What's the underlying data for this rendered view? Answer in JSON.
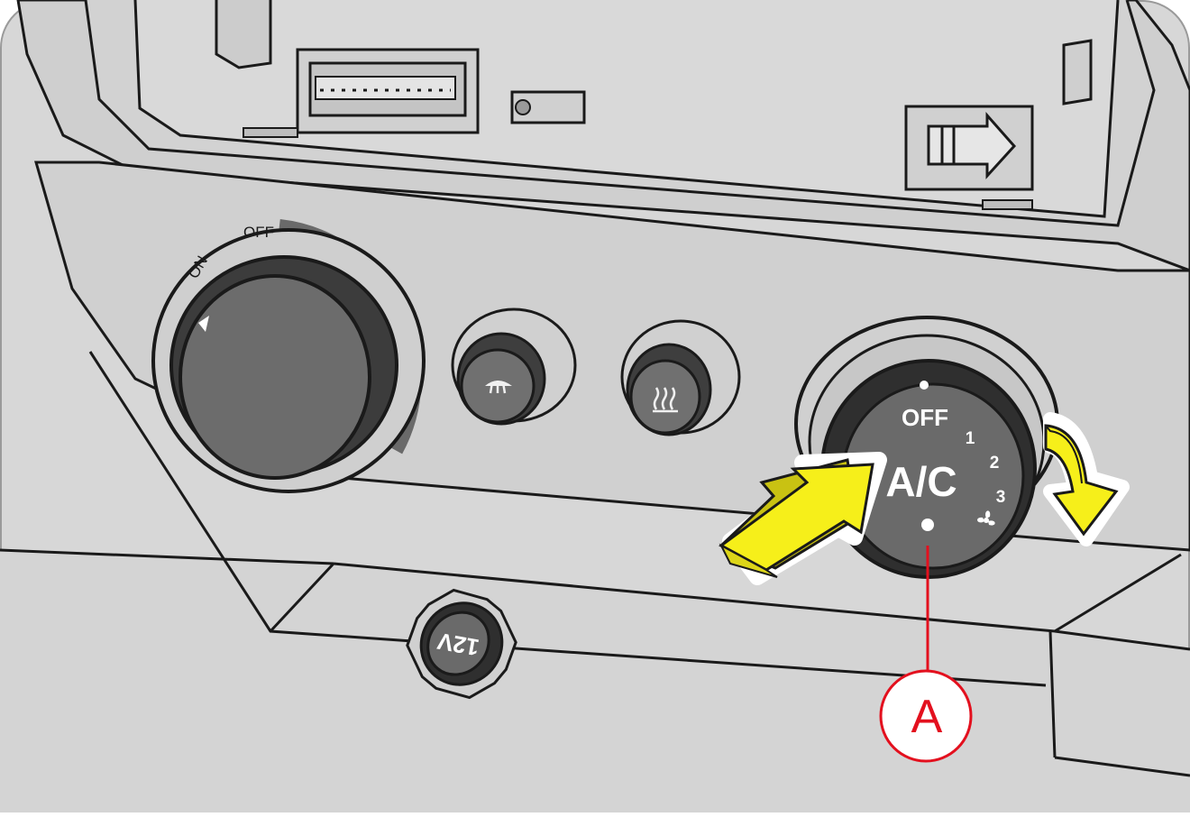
{
  "left_dial": {
    "on_label": "ON",
    "off_label": "OFF"
  },
  "buttons": [
    {
      "icon": "front-defrost-icon"
    },
    {
      "icon": "rear-defrost-icon"
    }
  ],
  "ac_knob": {
    "off_label": "OFF",
    "speed_1": "1",
    "speed_2": "2",
    "speed_3": "3",
    "ac_label": "A/C",
    "fan_icon": "fan-icon"
  },
  "socket": {
    "label": "12V"
  },
  "callout": {
    "label": "A",
    "color": "#e3101e"
  },
  "arrow_color": "#f6ef1a",
  "panel_color": "#d8d8d8"
}
